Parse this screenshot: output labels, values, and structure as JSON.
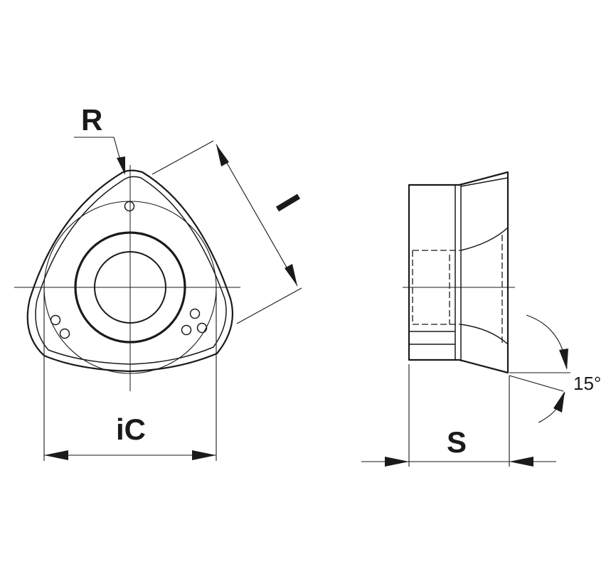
{
  "labels": {
    "radius": "R",
    "edge_length": "l",
    "inscribed_circle": "iC",
    "thickness": "S",
    "clearance_angle": "15°"
  }
}
